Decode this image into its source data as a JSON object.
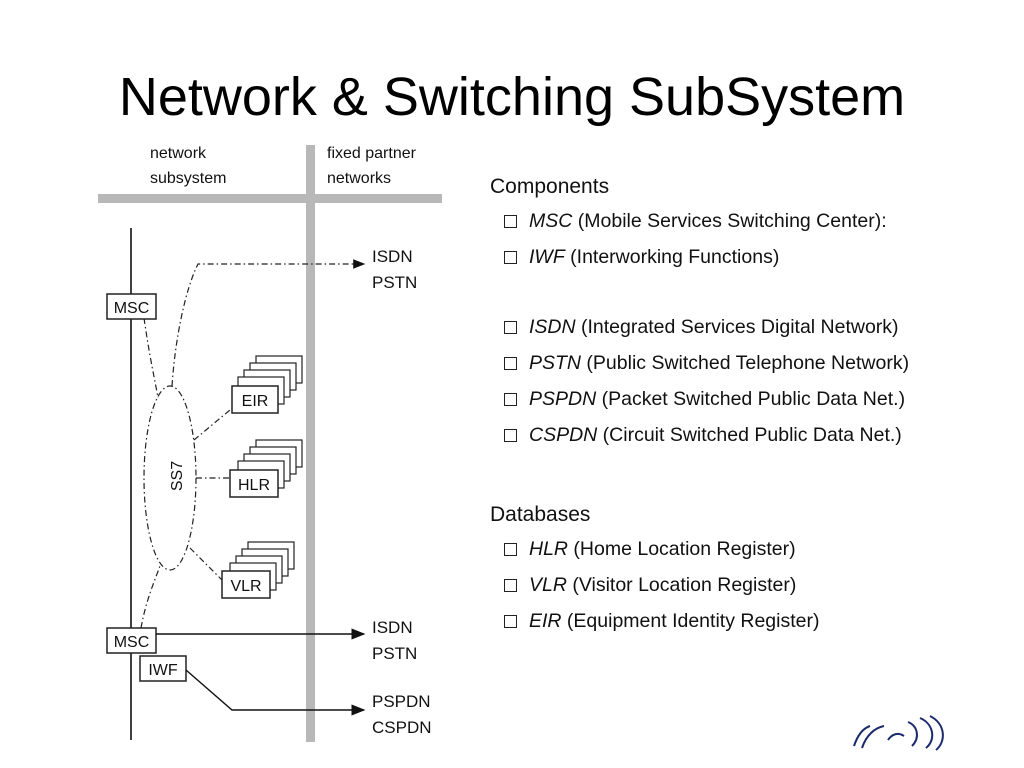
{
  "title": "Network & Switching SubSystem",
  "diagram": {
    "col_network": [
      "network",
      "subsystem"
    ],
    "col_fixed": [
      "fixed partner",
      "networks"
    ],
    "msc_top": "MSC",
    "msc_bottom": "MSC",
    "iwf": "IWF",
    "ss7": "SS7",
    "eir": "EIR",
    "hlr": "HLR",
    "vlr": "VLR",
    "ext_top": [
      "ISDN",
      "PSTN"
    ],
    "ext_mid": [
      "ISDN",
      "PSTN"
    ],
    "ext_bottom": [
      "PSPDN",
      "CSPDN"
    ]
  },
  "components": {
    "heading": "Components",
    "items": [
      {
        "abbr": "MSC",
        "desc": " (Mobile Services Switching Center):"
      },
      {
        "abbr": "IWF",
        "desc": " (Interworking Functions)"
      }
    ],
    "items2": [
      {
        "abbr": "ISDN",
        "desc": " (Integrated Services Digital Network)"
      },
      {
        "abbr": "PSTN",
        "desc": " (Public Switched Telephone Network)"
      },
      {
        "abbr": "PSPDN",
        "desc": " (Packet Switched Public Data Net.)"
      },
      {
        "abbr": "CSPDN",
        "desc": " (Circuit Switched Public Data Net.)"
      }
    ]
  },
  "databases": {
    "heading": "Databases",
    "items": [
      {
        "abbr": "HLR",
        "desc": " (Home Location Register)"
      },
      {
        "abbr": "VLR",
        "desc": " (Visitor Location Register)"
      },
      {
        "abbr": "EIR",
        "desc": " (Equipment Identity Register)"
      }
    ]
  }
}
